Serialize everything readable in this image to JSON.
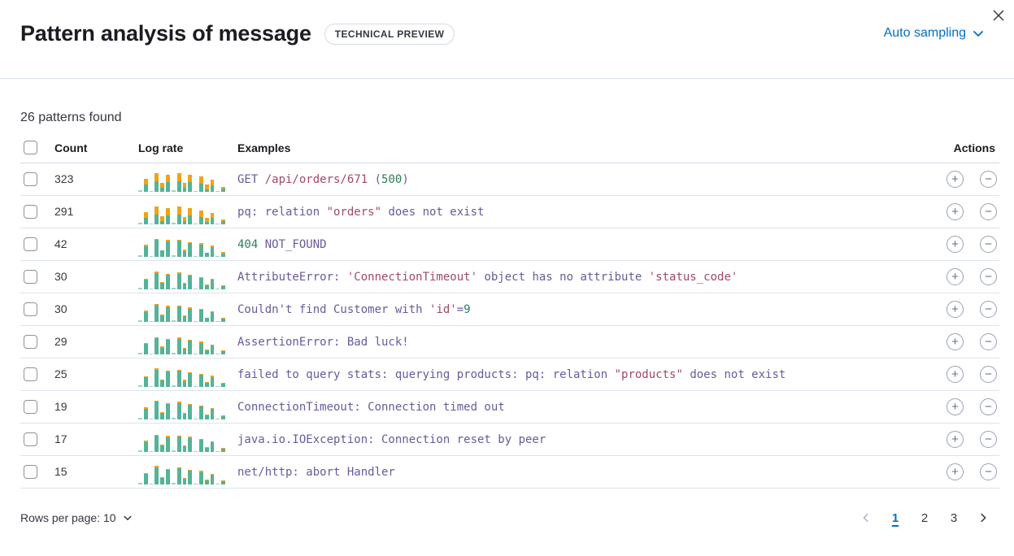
{
  "header": {
    "title": "Pattern analysis of message",
    "badge": "TECHNICAL PREVIEW",
    "sampling_label": "Auto sampling",
    "close_icon": "x-icon",
    "chevron_icon": "chevron-down-icon"
  },
  "summary": "26 patterns found",
  "table": {
    "columns": {
      "count": "Count",
      "log_rate": "Log rate",
      "examples": "Examples",
      "actions": "Actions"
    },
    "action_icons": {
      "plus": "+",
      "minus": "−"
    },
    "rows": [
      {
        "count": "323",
        "example": [
          {
            "t": "GET ",
            "c": "purple"
          },
          {
            "t": "/api/orders/671",
            "c": "red"
          },
          {
            "t": " (",
            "c": "purple"
          },
          {
            "t": "500",
            "c": "green"
          },
          {
            "t": ")",
            "c": "purple"
          }
        ],
        "bars": [
          [
            2,
            0
          ],
          [
            9,
            7
          ],
          [
            1,
            0
          ],
          [
            13,
            10
          ],
          [
            5,
            6
          ],
          [
            12,
            9
          ],
          [
            2,
            0
          ],
          [
            13,
            10
          ],
          [
            5,
            6
          ],
          [
            12,
            9
          ],
          [
            1,
            0
          ],
          [
            10,
            9
          ],
          [
            3,
            6
          ],
          [
            8,
            7
          ],
          [
            1,
            0
          ],
          [
            4,
            2
          ]
        ]
      },
      {
        "count": "291",
        "example": [
          {
            "t": "pq: relation ",
            "c": "purple"
          },
          {
            "t": "\"orders\"",
            "c": "red"
          },
          {
            "t": " does not exist",
            "c": "purple"
          }
        ],
        "bars": [
          [
            2,
            0
          ],
          [
            8,
            7
          ],
          [
            1,
            0
          ],
          [
            12,
            10
          ],
          [
            4,
            6
          ],
          [
            11,
            9
          ],
          [
            2,
            0
          ],
          [
            12,
            10
          ],
          [
            4,
            5
          ],
          [
            11,
            9
          ],
          [
            1,
            0
          ],
          [
            9,
            8
          ],
          [
            3,
            5
          ],
          [
            8,
            6
          ],
          [
            1,
            0
          ],
          [
            4,
            2
          ]
        ]
      },
      {
        "count": "42",
        "example": [
          {
            "t": "404",
            "c": "green"
          },
          {
            "t": " NOT_FOUND",
            "c": "purple"
          }
        ],
        "bars": [
          [
            2,
            0
          ],
          [
            13,
            2
          ],
          [
            1,
            0
          ],
          [
            21,
            1
          ],
          [
            8,
            0
          ],
          [
            19,
            2
          ],
          [
            2,
            0
          ],
          [
            20,
            1
          ],
          [
            7,
            2
          ],
          [
            17,
            1
          ],
          [
            1,
            0
          ],
          [
            15,
            2
          ],
          [
            5,
            0
          ],
          [
            12,
            2
          ],
          [
            1,
            0
          ],
          [
            4,
            2
          ]
        ]
      },
      {
        "count": "30",
        "example": [
          {
            "t": "AttributeError: ",
            "c": "purple"
          },
          {
            "t": "'ConnectionTimeout'",
            "c": "red"
          },
          {
            "t": " object has no attribute ",
            "c": "purple"
          },
          {
            "t": "'status_code'",
            "c": "red"
          }
        ],
        "bars": [
          [
            2,
            0
          ],
          [
            12,
            1
          ],
          [
            1,
            0
          ],
          [
            20,
            2
          ],
          [
            8,
            1
          ],
          [
            18,
            1
          ],
          [
            2,
            0
          ],
          [
            19,
            2
          ],
          [
            7,
            1
          ],
          [
            17,
            1
          ],
          [
            1,
            0
          ],
          [
            14,
            1
          ],
          [
            5,
            1
          ],
          [
            12,
            1
          ],
          [
            1,
            0
          ],
          [
            4,
            1
          ]
        ]
      },
      {
        "count": "30",
        "example": [
          {
            "t": "Couldn't find Customer with ",
            "c": "purple"
          },
          {
            "t": "'id'",
            "c": "red"
          },
          {
            "t": "=",
            "c": "purple"
          },
          {
            "t": "9",
            "c": "green"
          }
        ],
        "bars": [
          [
            2,
            0
          ],
          [
            12,
            2
          ],
          [
            1,
            0
          ],
          [
            21,
            1
          ],
          [
            8,
            1
          ],
          [
            18,
            2
          ],
          [
            2,
            0
          ],
          [
            19,
            1
          ],
          [
            7,
            1
          ],
          [
            16,
            2
          ],
          [
            1,
            0
          ],
          [
            15,
            1
          ],
          [
            5,
            0
          ],
          [
            12,
            1
          ],
          [
            1,
            0
          ],
          [
            4,
            1
          ]
        ]
      },
      {
        "count": "29",
        "example": [
          {
            "t": "AssertionError: Bad luck!",
            "c": "purple"
          }
        ],
        "bars": [
          [
            2,
            0
          ],
          [
            13,
            1
          ],
          [
            1,
            0
          ],
          [
            20,
            1
          ],
          [
            8,
            2
          ],
          [
            18,
            1
          ],
          [
            2,
            0
          ],
          [
            19,
            2
          ],
          [
            7,
            1
          ],
          [
            17,
            1
          ],
          [
            1,
            0
          ],
          [
            14,
            2
          ],
          [
            5,
            1
          ],
          [
            11,
            1
          ],
          [
            1,
            0
          ],
          [
            4,
            1
          ]
        ]
      },
      {
        "count": "25",
        "example": [
          {
            "t": "failed to query stats: querying products: pq: relation ",
            "c": "purple"
          },
          {
            "t": "\"products\"",
            "c": "red"
          },
          {
            "t": " does not exist",
            "c": "purple"
          }
        ],
        "bars": [
          [
            2,
            0
          ],
          [
            12,
            1
          ],
          [
            1,
            0
          ],
          [
            21,
            2
          ],
          [
            8,
            1
          ],
          [
            19,
            1
          ],
          [
            2,
            0
          ],
          [
            20,
            1
          ],
          [
            7,
            2
          ],
          [
            17,
            1
          ],
          [
            1,
            0
          ],
          [
            15,
            1
          ],
          [
            5,
            1
          ],
          [
            12,
            2
          ],
          [
            1,
            0
          ],
          [
            4,
            1
          ]
        ]
      },
      {
        "count": "19",
        "example": [
          {
            "t": "ConnectionTimeout: Connection timed out",
            "c": "purple"
          }
        ],
        "bars": [
          [
            2,
            0
          ],
          [
            13,
            2
          ],
          [
            1,
            0
          ],
          [
            22,
            1
          ],
          [
            8,
            1
          ],
          [
            19,
            1
          ],
          [
            2,
            0
          ],
          [
            20,
            2
          ],
          [
            7,
            1
          ],
          [
            18,
            1
          ],
          [
            1,
            0
          ],
          [
            16,
            1
          ],
          [
            5,
            1
          ],
          [
            13,
            1
          ],
          [
            1,
            0
          ],
          [
            4,
            1
          ]
        ]
      },
      {
        "count": "17",
        "example": [
          {
            "t": "java.io.IOException: Connection reset by peer",
            "c": "purple"
          }
        ],
        "bars": [
          [
            2,
            0
          ],
          [
            12,
            2
          ],
          [
            1,
            0
          ],
          [
            20,
            1
          ],
          [
            8,
            1
          ],
          [
            18,
            2
          ],
          [
            2,
            0
          ],
          [
            19,
            1
          ],
          [
            7,
            1
          ],
          [
            17,
            2
          ],
          [
            1,
            0
          ],
          [
            15,
            1
          ],
          [
            5,
            1
          ],
          [
            12,
            1
          ],
          [
            1,
            0
          ],
          [
            4,
            1
          ]
        ]
      },
      {
        "count": "15",
        "example": [
          {
            "t": "net/http: abort Handler",
            "c": "purple"
          }
        ],
        "bars": [
          [
            2,
            0
          ],
          [
            13,
            1
          ],
          [
            1,
            0
          ],
          [
            21,
            2
          ],
          [
            8,
            1
          ],
          [
            18,
            1
          ],
          [
            2,
            0
          ],
          [
            20,
            1
          ],
          [
            7,
            1
          ],
          [
            17,
            1
          ],
          [
            1,
            0
          ],
          [
            15,
            2
          ],
          [
            5,
            1
          ],
          [
            12,
            1
          ],
          [
            1,
            0
          ],
          [
            4,
            1
          ]
        ]
      }
    ]
  },
  "footer": {
    "rows_per_page_label": "Rows per page: 10",
    "pages": [
      "1",
      "2",
      "3"
    ],
    "active_page": "1"
  },
  "colors": {
    "accent_blue": "#0071C2",
    "bar_teal": "#54B399",
    "bar_orange": "#F2A313",
    "code_purple": "#6A5A9B",
    "code_red": "#A34A63",
    "code_green": "#2E7D5B"
  }
}
